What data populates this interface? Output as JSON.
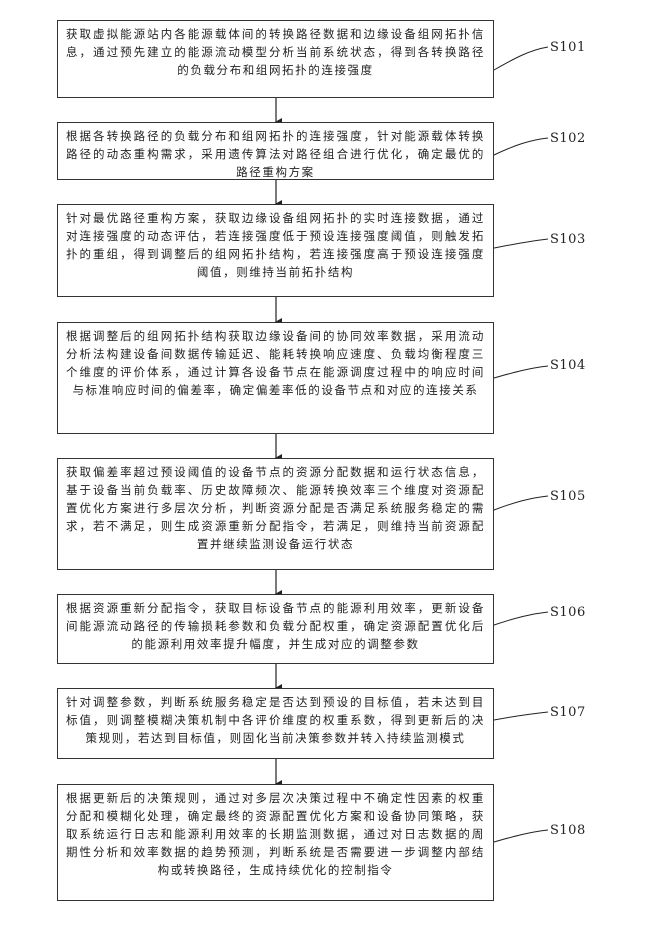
{
  "steps": [
    {
      "id": "S101",
      "text": "获取虚拟能源站内各能源载体间的转换路径数据和边缘设备组网拓扑信息，通过预先建立的能源流动模型分析当前系统状态，得到各转换路径的负载分布和组网拓扑的连接强度"
    },
    {
      "id": "S102",
      "text": "根据各转换路径的负载分布和组网拓扑的连接强度，针对能源载体转换路径的动态重构需求，采用遗传算法对路径组合进行优化，确定最优的路径重构方案"
    },
    {
      "id": "S103",
      "text": "针对最优路径重构方案，获取边缘设备组网拓扑的实时连接数据，通过对连接强度的动态评估，若连接强度低于预设连接强度阈值，则触发拓扑的重组，得到调整后的组网拓扑结构，若连接强度高于预设连接强度阈值，则维持当前拓扑结构"
    },
    {
      "id": "S104",
      "text": "根据调整后的组网拓扑结构获取边缘设备间的协同效率数据，采用流动分析法构建设备间数据传输延迟、能耗转换响应速度、负载均衡程度三个维度的评价体系，通过计算各设备节点在能源调度过程中的响应时间与标准响应时间的偏差率，确定偏差率低的设备节点和对应的连接关系"
    },
    {
      "id": "S105",
      "text": "获取偏差率超过预设阈值的设备节点的资源分配数据和运行状态信息，基于设备当前负载率、历史故障频次、能源转换效率三个维度对资源配置优化方案进行多层次分析，判断资源分配是否满足系统服务稳定的需求，若不满足，则生成资源重新分配指令，若满足，则维持当前资源配置并继续监测设备运行状态"
    },
    {
      "id": "S106",
      "text": "根据资源重新分配指令，获取目标设备节点的能源利用效率，更新设备间能源流动路径的传输损耗参数和负载分配权重，确定资源配置优化后的能源利用效率提升幅度，并生成对应的调整参数"
    },
    {
      "id": "S107",
      "text": "针对调整参数，判断系统服务稳定是否达到预设的目标值，若未达到目标值，则调整模糊决策机制中各评价维度的权重系数，得到更新后的决策规则，若达到目标值，则固化当前决策参数并转入持续监测模式"
    },
    {
      "id": "S108",
      "text": "根据更新后的决策规则，通过对多层次决策过程中不确定性因素的权重分配和模糊化处理，确定最终的资源配置优化方案和设备协同策略，获取系统运行日志和能源利用效率的长期监测数据，通过对日志数据的周期性分析和效率数据的趋势预测，判断系统是否需要进一步调整内部结构或转换路径，生成持续优化的控制指令"
    }
  ]
}
